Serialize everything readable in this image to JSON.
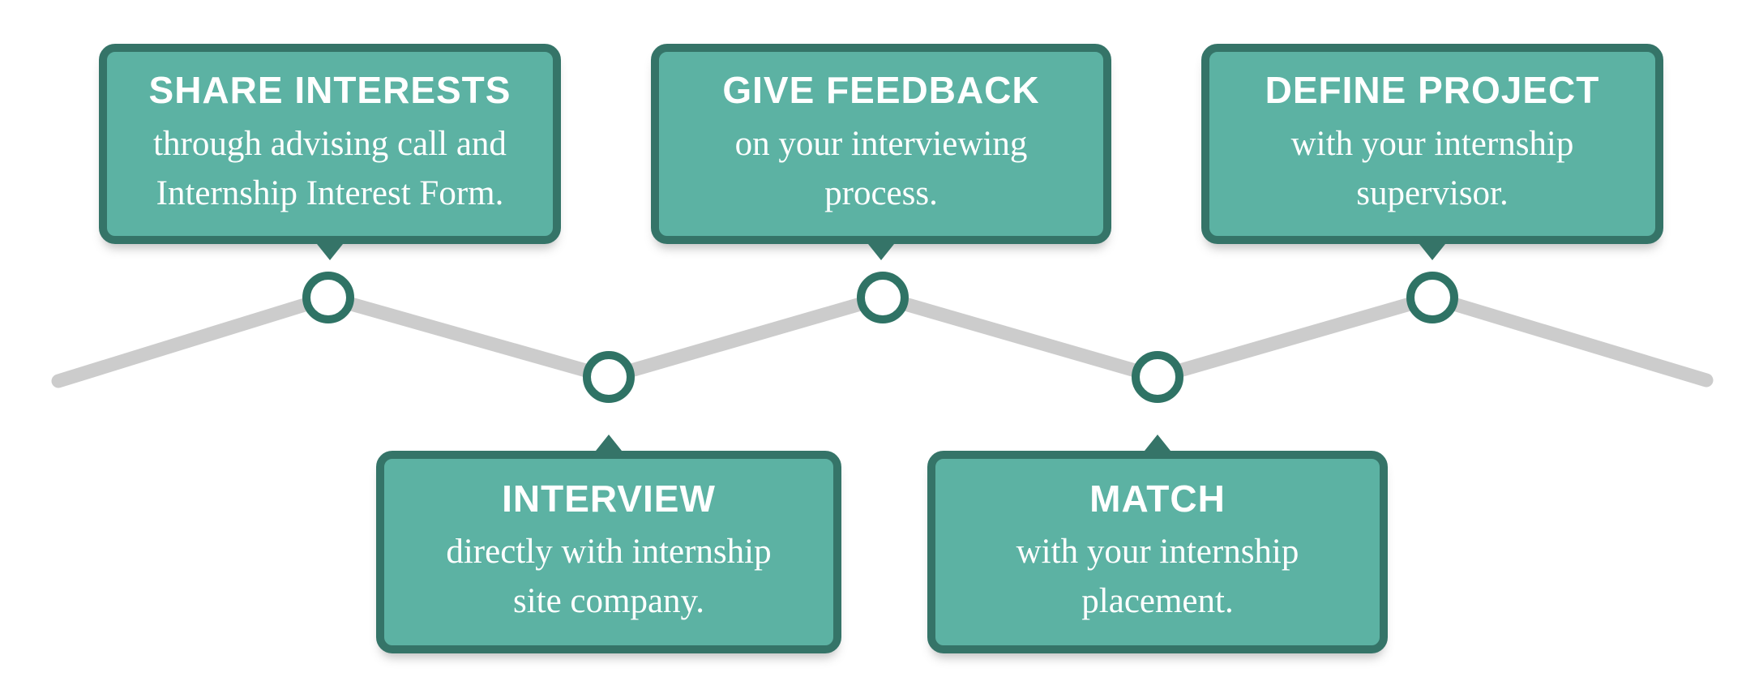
{
  "diagram": {
    "type": "process-timeline",
    "theme": "internship placement process",
    "step_count": 5
  },
  "colors": {
    "bubble_fill": "#5CB2A3",
    "bubble_border": "#357468",
    "node_ring": "#2F7365",
    "node_fill": "#FFFFFF",
    "zigzag_line": "#CCCCCC",
    "text": "#FFFFFF",
    "background": "#FFFFFF"
  },
  "steps": [
    {
      "order": 1,
      "title": "SHARE INTERESTS",
      "description": "through advising call and Internship Interest Form.",
      "desc_lines": [
        "through advising call and",
        "Internship Interest Form."
      ],
      "row": "top"
    },
    {
      "order": 2,
      "title": "INTERVIEW",
      "description": "directly with internship site company.",
      "desc_lines": [
        "directly with internship",
        "site company."
      ],
      "row": "bottom"
    },
    {
      "order": 3,
      "title": "GIVE FEEDBACK",
      "description": "on your interviewing process.",
      "desc_lines": [
        "on your interviewing",
        "process."
      ],
      "row": "top"
    },
    {
      "order": 4,
      "title": "MATCH",
      "description": "with your internship placement.",
      "desc_lines": [
        "with your internship",
        "placement."
      ],
      "row": "bottom"
    },
    {
      "order": 5,
      "title": "DEFINE PROJECT",
      "description": "with your internship supervisor.",
      "desc_lines": [
        "with your internship",
        "supervisor."
      ],
      "row": "top"
    }
  ]
}
